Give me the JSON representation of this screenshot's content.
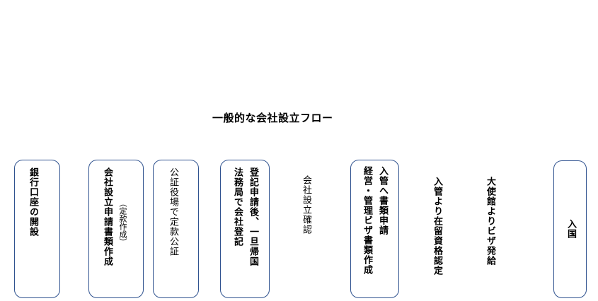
{
  "diagram": {
    "title": "一般的な会社設立フロー",
    "steps": [
      {
        "id": "bank",
        "lines": [
          "銀行口座の開設"
        ],
        "boxed": true
      },
      {
        "id": "articles",
        "lines": [
          "会社設立申請書類作成",
          "（定款作成）"
        ],
        "boxed": true
      },
      {
        "id": "notary",
        "lines": [
          "公証役場で定款公証"
        ],
        "boxed": true
      },
      {
        "id": "registration",
        "lines": [
          "登記申請後、一旦帰国",
          "法務局で会社登記"
        ],
        "boxed": true
      },
      {
        "id": "confirm",
        "lines": [
          "会社設立確認"
        ],
        "boxed": false
      },
      {
        "id": "visa-docs",
        "lines": [
          "入管へ書類申請",
          "経営・管理ビザ書類作成"
        ],
        "boxed": true
      },
      {
        "id": "coe",
        "lines": [
          "入管より在留資格認定"
        ],
        "boxed": false
      },
      {
        "id": "embassy",
        "lines": [
          "大使館よりビザ発給"
        ],
        "boxed": false
      },
      {
        "id": "entry",
        "lines": [
          "入国"
        ],
        "boxed": true
      }
    ]
  }
}
